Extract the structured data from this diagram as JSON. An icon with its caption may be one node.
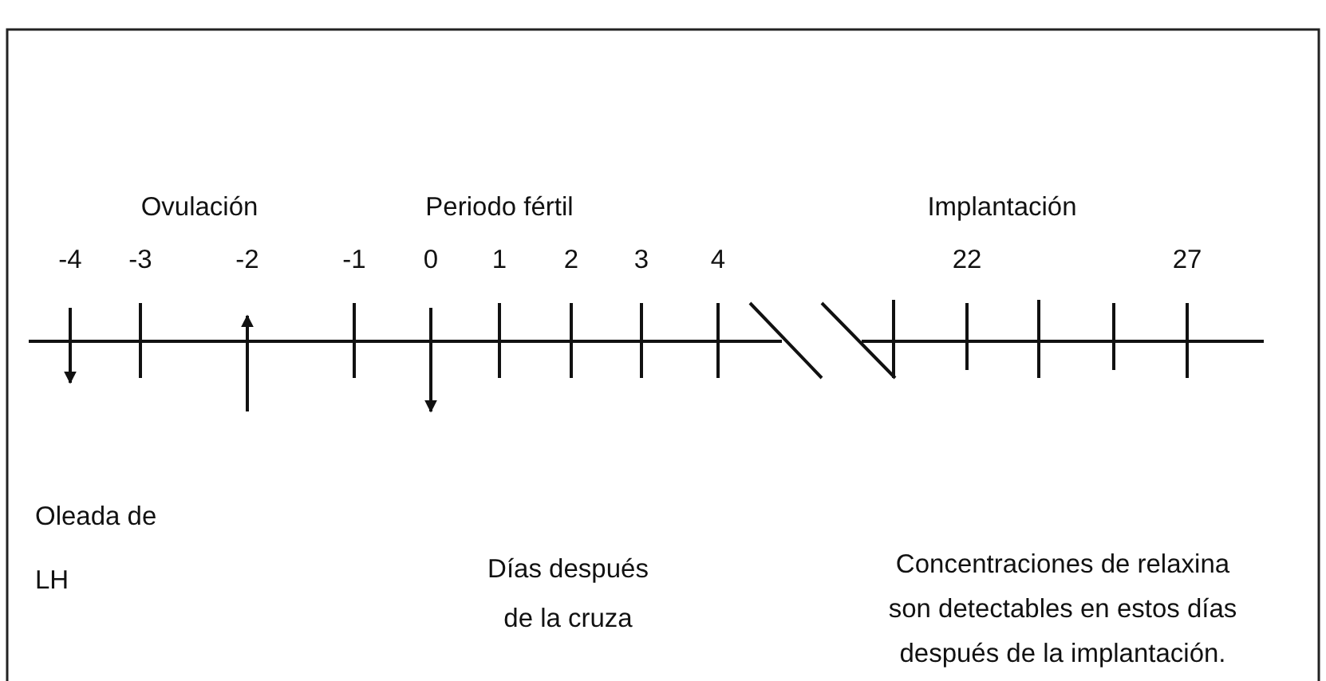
{
  "diagram": {
    "labels": [
      "Ovulación",
      "Periodo fértil",
      "Implantación",
      "-4",
      "-3",
      "-2",
      "-1",
      "0",
      "1",
      "2",
      "3",
      "4",
      "22",
      "27",
      "Oleada de LH",
      "Días después de la cruza",
      "Concentraciones de relaxina son detectables en estos días después de la implantación."
    ]
  }
}
